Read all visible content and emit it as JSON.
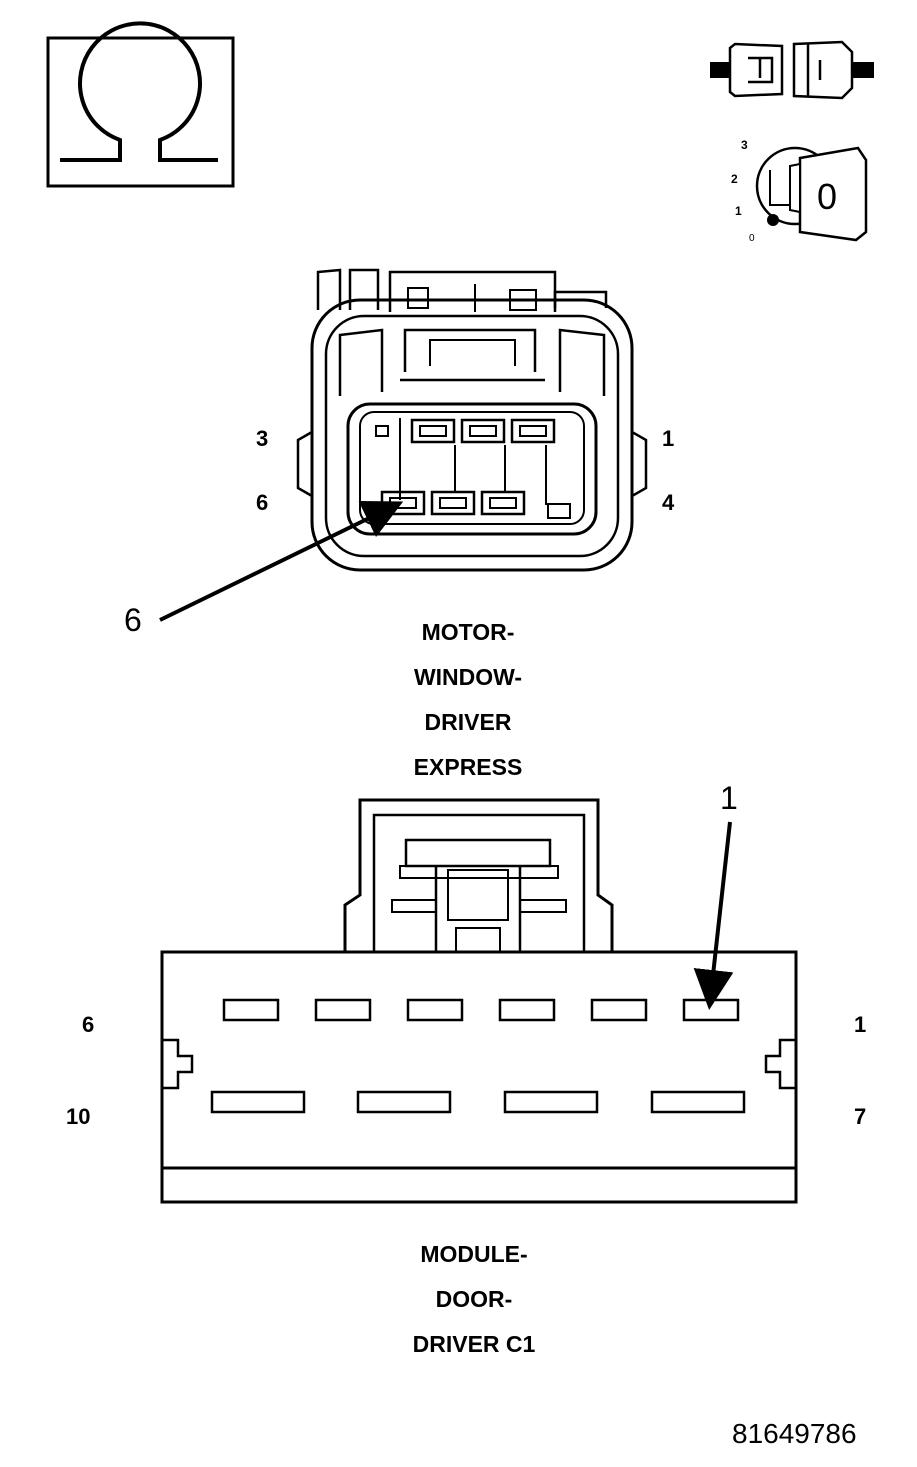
{
  "icons": {
    "ohmmeter": "ohm-symbol-icon",
    "disconnect": "connector-disconnect-icon",
    "ignition": "ignition-key-off-icon"
  },
  "ignition_positions": [
    "3",
    "2",
    "1",
    "0"
  ],
  "ignition_key_label": "0",
  "connector_top": {
    "pin_labels": {
      "top_left": "3",
      "top_right": "1",
      "bottom_left": "6",
      "bottom_right": "4"
    },
    "callout": "6",
    "name_lines": [
      "MOTOR-",
      "WINDOW-",
      "DRIVER",
      "EXPRESS"
    ]
  },
  "connector_bottom": {
    "pin_labels": {
      "top_left": "6",
      "top_right": "1",
      "bottom_left": "10",
      "bottom_right": "7"
    },
    "callout": "1",
    "name_lines": [
      "MODULE-",
      "DOOR-",
      "DRIVER C1"
    ]
  },
  "figure_id": "81649786"
}
